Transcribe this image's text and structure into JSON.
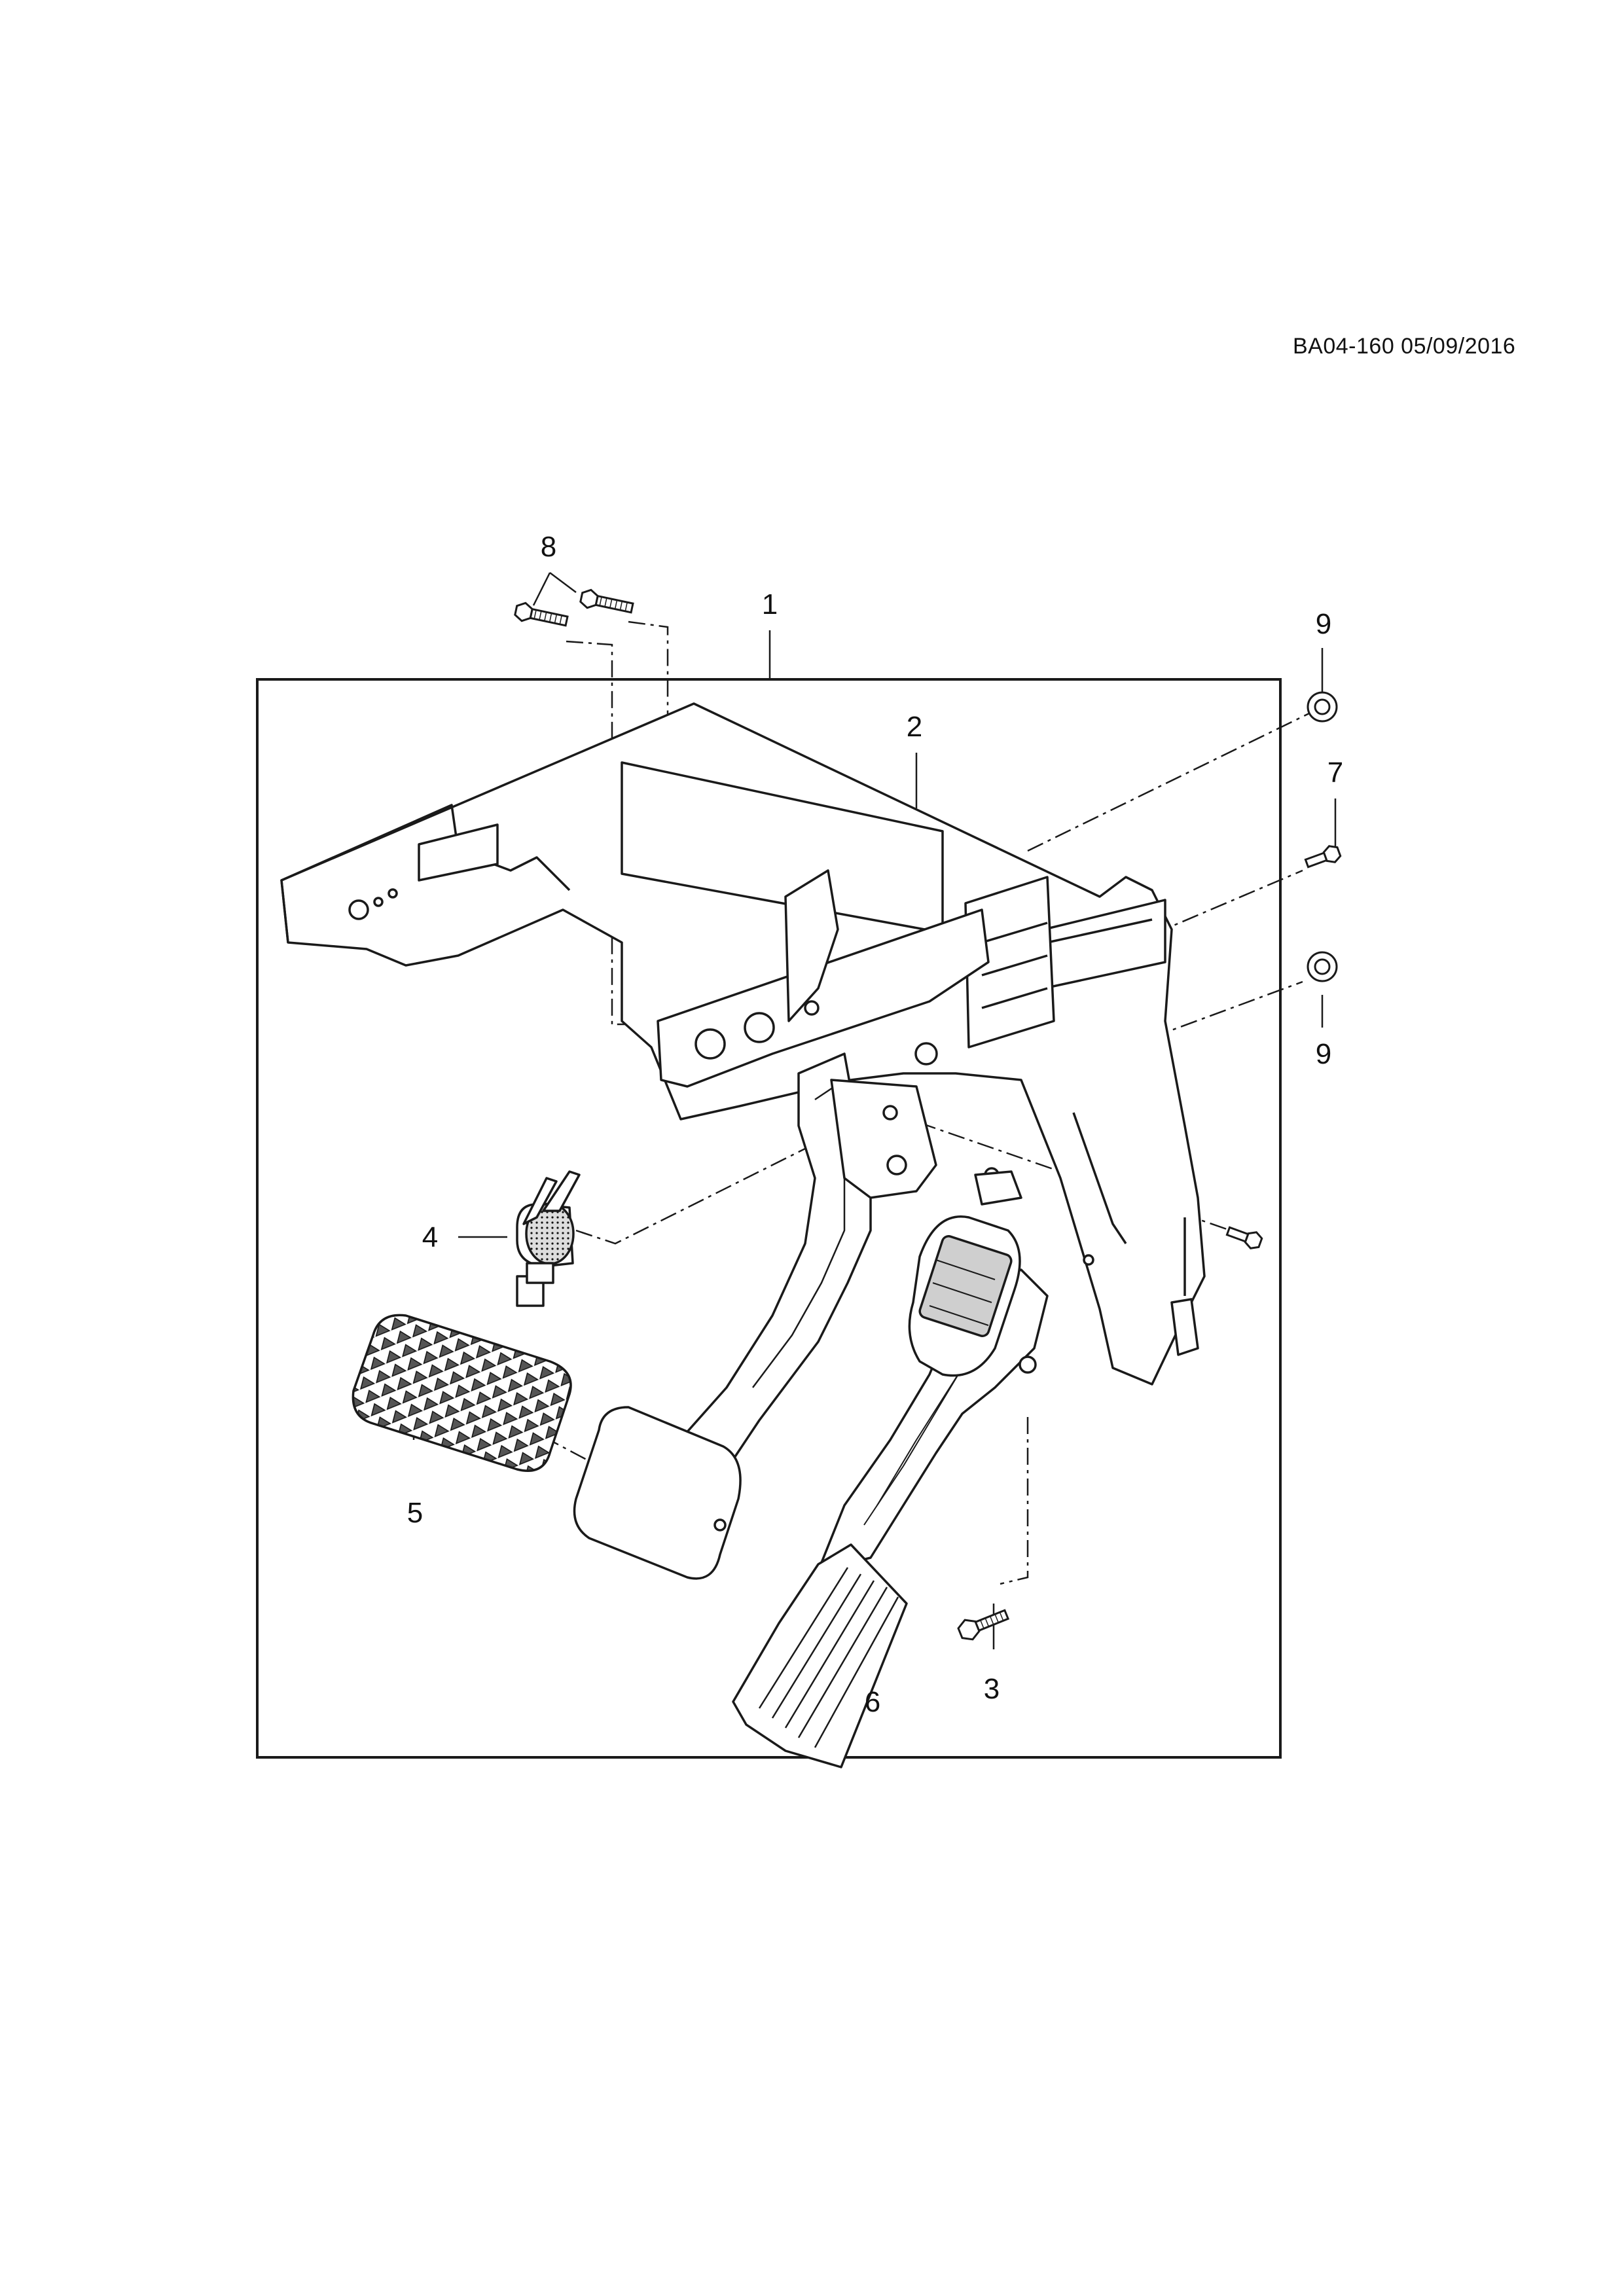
{
  "diagram": {
    "reference": "BA04-160 05/09/2016",
    "callouts": [
      "1",
      "2",
      "3",
      "4",
      "5",
      "6",
      "7",
      "8",
      "9",
      "9"
    ]
  },
  "colors": {
    "line": "#1a1a1a",
    "paper": "#ffffff",
    "pad_fill": "#6e6e6e"
  }
}
